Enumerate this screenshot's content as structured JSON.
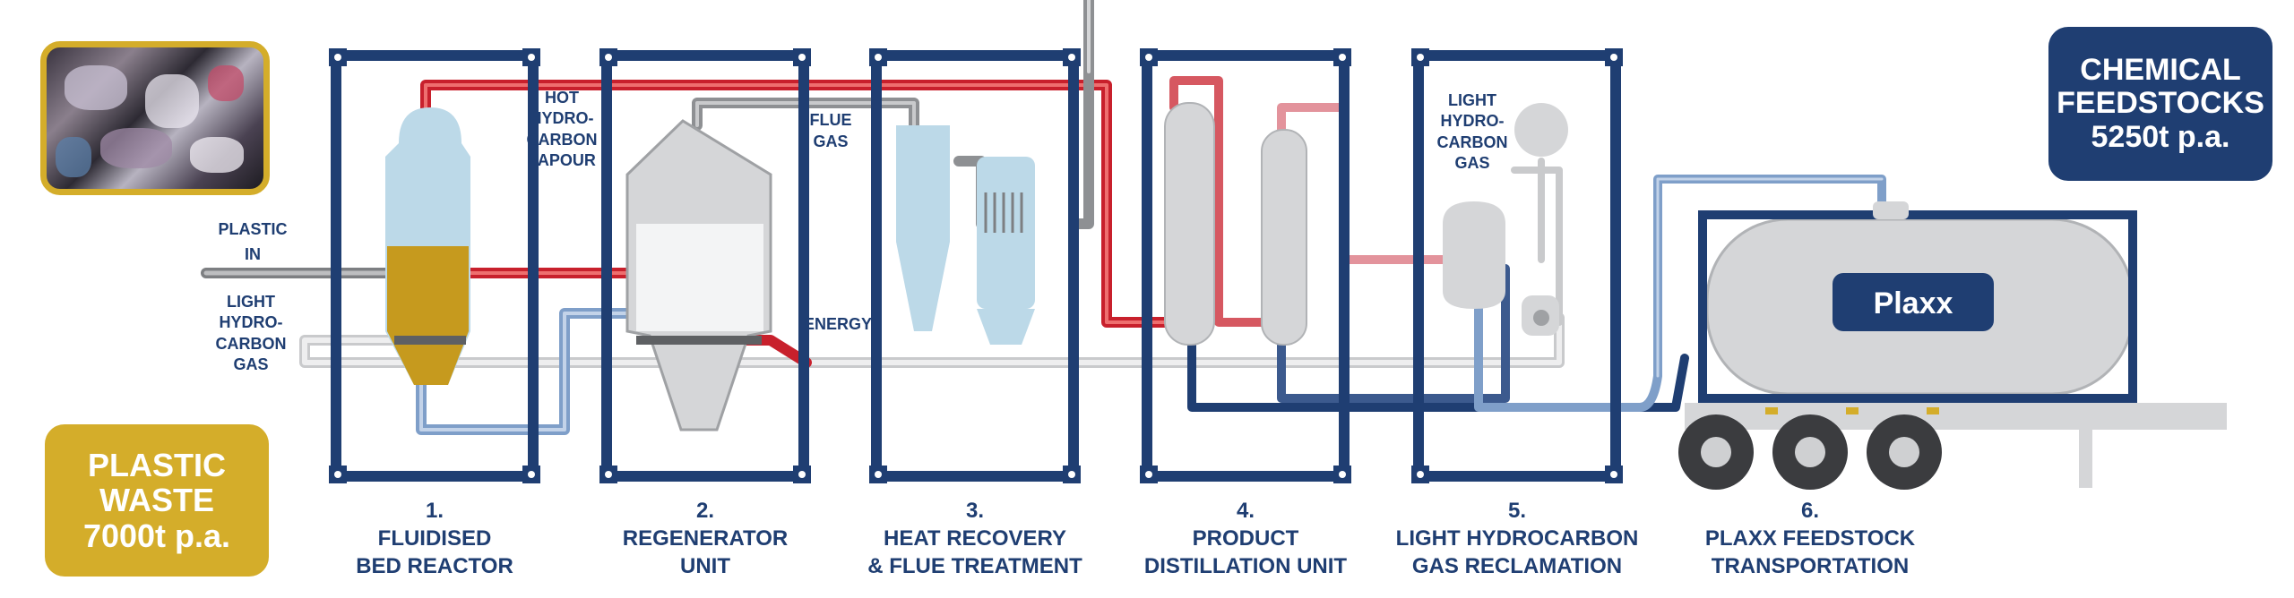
{
  "left_badge": {
    "line1": "PLASTIC",
    "line2": "WASTE",
    "line3": "7000t p.a."
  },
  "right_badge": {
    "line1": "CHEMICAL",
    "line2": "FEEDSTOCKS",
    "line3": "5250t p.a."
  },
  "labels": {
    "plastic_in": [
      "PLASTIC",
      "IN"
    ],
    "light_gas_left": [
      "LIGHT",
      "HYDRO-",
      "CARBON",
      "GAS"
    ],
    "hot_vapour": [
      "HOT",
      "HYDRO-",
      "CARBON",
      "VAPOUR"
    ],
    "flue_gas": [
      "FLUE",
      "GAS"
    ],
    "energy": "ENERGY",
    "light_gas_right": [
      "LIGHT",
      "HYDRO-",
      "CARBON",
      "GAS"
    ],
    "brand": "Plaxx"
  },
  "steps": [
    {
      "num": "1.",
      "line1": "FLUIDISED",
      "line2": "BED REACTOR"
    },
    {
      "num": "2.",
      "line1": "REGENERATOR",
      "line2": "UNIT"
    },
    {
      "num": "3.",
      "line1": "HEAT RECOVERY",
      "line2": "& FLUE TREATMENT"
    },
    {
      "num": "4.",
      "line1": "PRODUCT",
      "line2": "DISTILLATION UNIT"
    },
    {
      "num": "5.",
      "line1": "LIGHT HYDROCARBON",
      "line2": "GAS RECLAMATION"
    },
    {
      "num": "6.",
      "line1": "PLAXX FEEDSTOCK",
      "line2": "TRANSPORTATION"
    }
  ],
  "colors": {
    "navy": "#1f3e72",
    "gold": "#d4ad2a",
    "red": "#c8202c",
    "pink": "#e3939c",
    "steel": "#7f9fc9",
    "grey": "#9fa1a4",
    "vessel_blue": "#bcd9e8",
    "vessel_grey": "#d5d6d8"
  }
}
